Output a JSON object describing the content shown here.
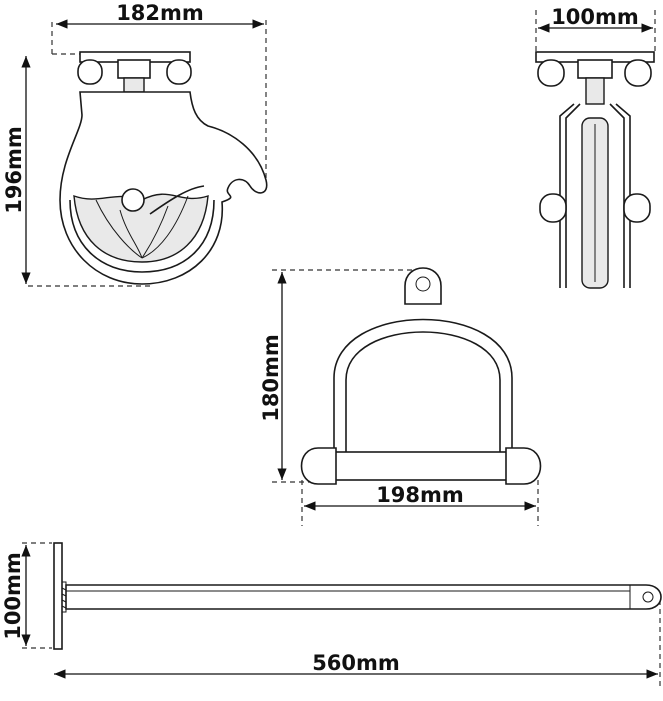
{
  "dimensions": {
    "pulley_width": "182mm",
    "pulley_height": "196mm",
    "pulley_side_width": "100mm",
    "handle_height": "180mm",
    "handle_width": "198mm",
    "bar_height": "100mm",
    "bar_length": "560mm"
  },
  "colors": {
    "line": "#1a1a1a",
    "background": "#ffffff"
  },
  "icons": {
    "arrowhead": "dimension-arrow-icon"
  }
}
